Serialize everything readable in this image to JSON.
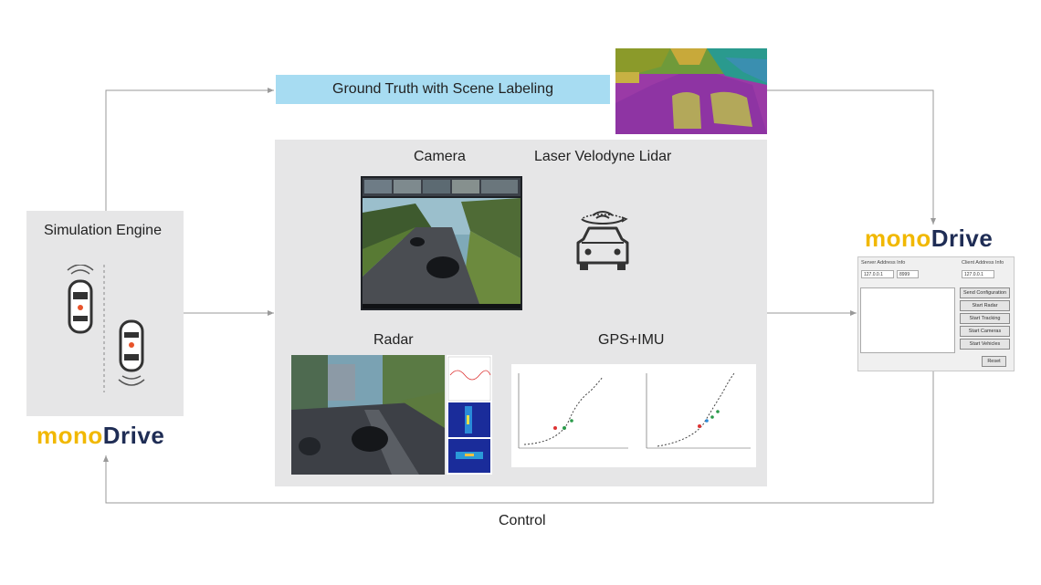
{
  "ground_truth": {
    "label": "Ground Truth with Scene Labeling"
  },
  "simulation": {
    "title": "Simulation Engine"
  },
  "sensors": {
    "camera": "Camera",
    "lidar": "Laser Velodyne Lidar",
    "radar": "Radar",
    "gps_imu": "GPS+IMU"
  },
  "control": {
    "label": "Control"
  },
  "logo": {
    "part1": "mono",
    "part2": "Drive",
    "color1": "#f1b800",
    "color2": "#1f2d55"
  },
  "client_gui": {
    "server_header": "Server Address Info",
    "client_header": "Client Address Info",
    "server_ip": "127.0.0.1",
    "server_port": "8999",
    "client_ip": "127.0.0.1",
    "buttons": [
      "Send Configuration",
      "Start Radar",
      "Start Tracking",
      "Start Cameras",
      "Start Vehicles"
    ],
    "reset": "Reset"
  },
  "colors": {
    "ground_truth_bar": "#a7dcf2",
    "panel": "#e6e6e7",
    "wire": "#9a9a9a",
    "car_accent": "#e8532a"
  }
}
